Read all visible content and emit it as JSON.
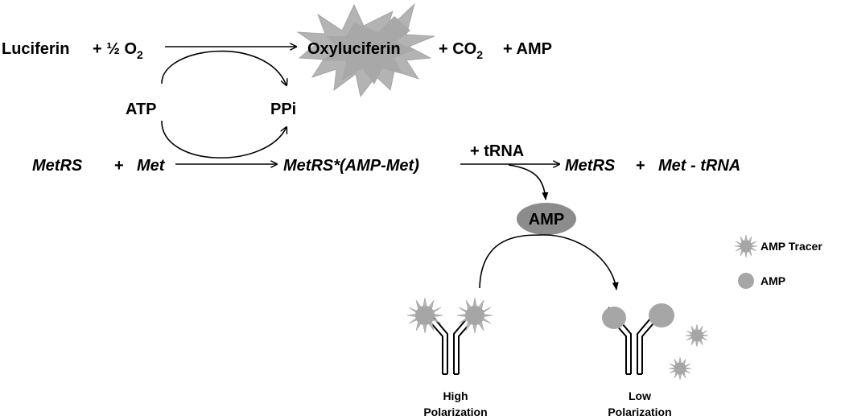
{
  "reaction1": {
    "luciferin": "Luciferin",
    "oxygen_prefix": "+ ½ O",
    "oxygen_subscript": "2",
    "oxyluciferin": "Oxyluciferin",
    "co2_prefix": "+  CO",
    "co2_subscript": "2",
    "amp_suffix": "+ AMP",
    "atp": "ATP",
    "ppi": "PPi"
  },
  "reaction2": {
    "metrs": "MetRS",
    "plus1": "+",
    "met": "Met",
    "complex": "MetRS*(AMP-Met)",
    "trna": "+ tRNA",
    "metrs_product": "MetRS",
    "plus2": "+",
    "met_trna": "Met - tRNA"
  },
  "amp_bubble": "AMP",
  "legend": {
    "tracer": "AMP Tracer",
    "amp": "AMP"
  },
  "polarization": {
    "high_line1": "High",
    "high_line2": "Polarization",
    "low_line1": "Low",
    "low_line2": "Polarization"
  },
  "colors": {
    "burst": "#b3b3b3",
    "amp_bubble": "#8c8c8c",
    "amp_dot": "#a6a6a6",
    "tracer_core": "#a6a6a6",
    "line": "#000000"
  }
}
